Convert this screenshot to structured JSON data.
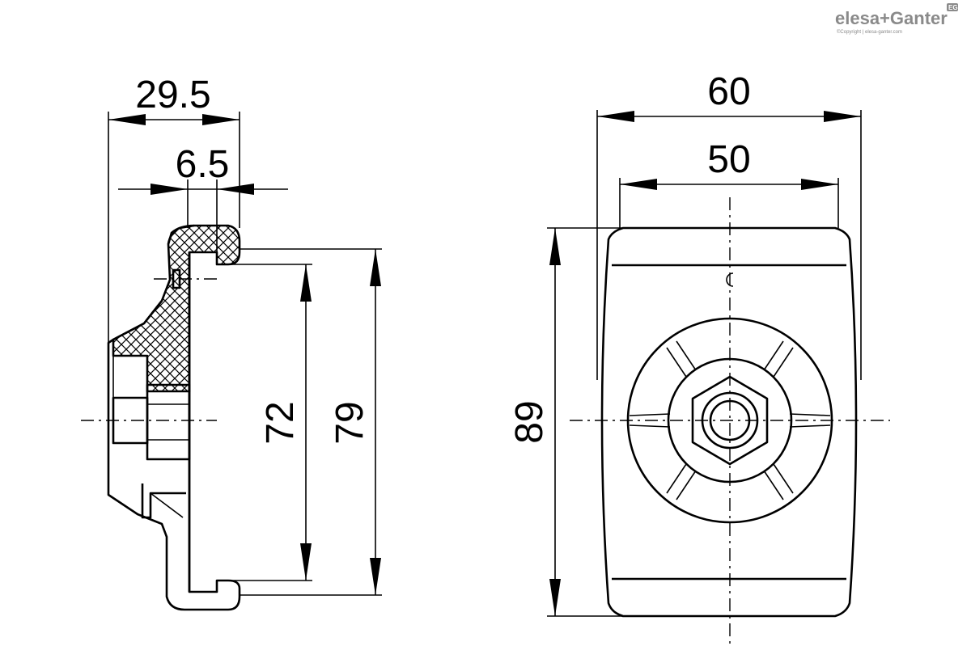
{
  "brand": {
    "name": "elesa+Ganter",
    "copyright": "©Copyright | elesa-ganter.com",
    "badge": "EG"
  },
  "side_view": {
    "dims": {
      "overall_depth": "29.5",
      "slot": "6.5",
      "inner_height": "72",
      "outer_height": "79"
    }
  },
  "front_view": {
    "dims": {
      "overall_width": "60",
      "inner_width": "50",
      "height": "89"
    }
  }
}
